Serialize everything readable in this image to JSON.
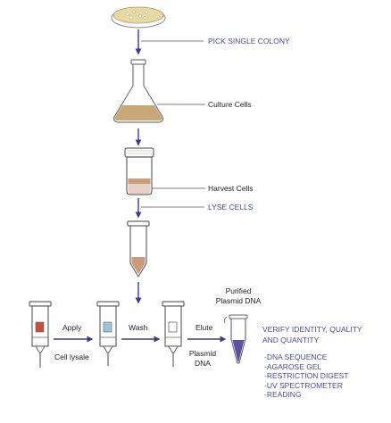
{
  "colors": {
    "arrow": "#3d3b8e",
    "leader_line": "#555555",
    "blue_text": "#4a4a9a",
    "dark_text": "#222222",
    "culture_medium": "#c9a878",
    "agar": "#e6d9a6",
    "tube_fill": "#c99a7c",
    "column_red": "#c0503a",
    "column_blue": "#9ec3d6",
    "eluted_dna": "#5b4fa0"
  },
  "steps": {
    "pick": "PICK SINGLE COLONY",
    "culture": "Culture Cells",
    "harvest": "Harvest Cells",
    "lyse": "LYSE CELLS"
  },
  "column_steps": {
    "apply": "Apply",
    "cell_lysate": "Cell lysale",
    "wash": "Wash",
    "elute": "Elute",
    "plasmid_dna_line1": "Plasmid",
    "plasmid_dna_line2": "DNA",
    "purified_line1": "Purified",
    "purified_line2": "Plasmid DNA"
  },
  "verify": {
    "title_line1": "VERIFY IDENTITY, QUALITY",
    "title_line2": "AND QUANTITY",
    "items": [
      "-DNA SEQUENCE",
      "-AGAROSE GEL",
      "-RESTRICTION  DIGEST",
      "-UV SPECTROMETER",
      "-READING"
    ]
  },
  "icons": {
    "petri_dish": "petri-dish-icon",
    "flask": "erlenmeyer-flask-icon",
    "harvest_tube": "centrifuge-tube-icon",
    "lysis_tube": "conical-tube-icon",
    "spin_column": "spin-column-icon",
    "eppendorf": "microcentrifuge-tube-icon"
  }
}
